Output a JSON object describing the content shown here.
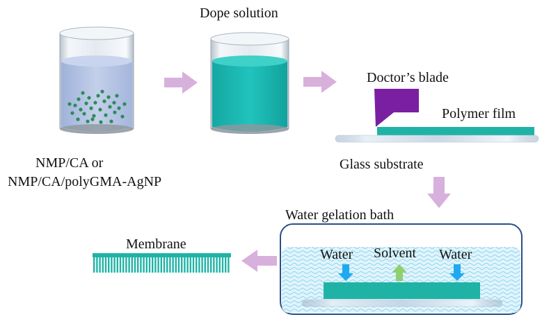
{
  "labels": {
    "dope_solution": "Dope solution",
    "feed_line1": "NMP/CA or",
    "feed_line2": "NMP/CA/polyGMA-AgNP",
    "doctors_blade": "Doctor’s blade",
    "polymer_film": "Polymer film",
    "glass_substrate": "Glass substrate",
    "water_gelation_bath": "Water gelation bath",
    "water_left": "Water",
    "solvent": "Solvent",
    "water_right": "Water",
    "membrane": "Membrane"
  },
  "colors": {
    "process_arrow": "#d8b0dc",
    "blade": "#7b1fa2",
    "film": "#1fb3a6",
    "dope_liquid": "#1cb0ab",
    "precursor_liquid": "#b9c8e6",
    "particles": "#2e8b57",
    "bath_border": "#2a4f86",
    "water_arrow": "#1fa9f0",
    "solvent_arrow": "#8fcf70"
  },
  "icons": {
    "beaker_left": "beaker-with-particles-icon",
    "beaker_right": "beaker-with-dope-icon",
    "arrows": "right-arrow-icon / down-arrow-icon / left-arrow-icon"
  }
}
